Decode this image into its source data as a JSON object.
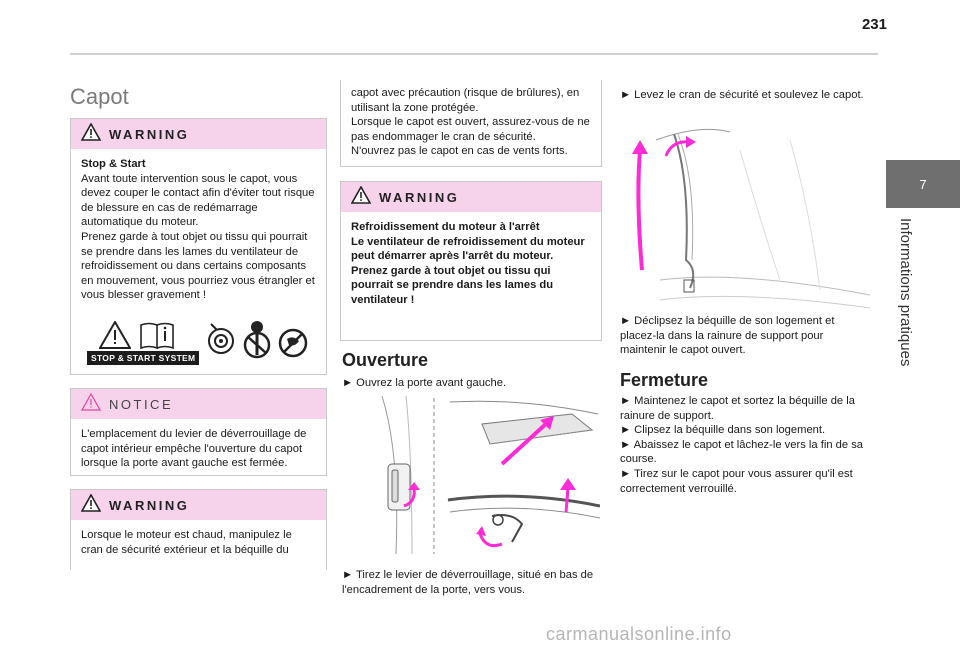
{
  "page": {
    "number": "231",
    "chapter_number": "7",
    "chapter_title": "Informations pratiques"
  },
  "left": {
    "title": "Capot",
    "warning1": {
      "label": "WARNING",
      "heading": "Stop & Start",
      "text": "Avant toute intervention sous le capot, vous devez couper le contact afin d'éviter tout risque de blessure en cas de redémarrage automatique du moteur.\nPrenez garde à tout objet ou tissu qui pourrait se prendre dans les lames du ventilateur de refroidissement ou dans certains composants en mouvement, vous pourriez vous étrangler et vous blesser gravement !",
      "banner": "STOP & START SYSTEM"
    },
    "notice": {
      "label": "NOTICE",
      "text": "L'emplacement du levier de déverrouillage de capot intérieur empêche l'ouverture du capot lorsque la porte avant gauche est fermée."
    },
    "warning2": {
      "label": "WARNING",
      "text": "Lorsque le moteur est chaud, manipulez le cran de sécurité extérieur et la béquille du"
    }
  },
  "middle": {
    "continuation": "capot avec précaution (risque de brûlures), en utilisant la zone protégée.\nLorsque le capot est ouvert, assurez-vous de ne pas endommager le cran de sécurité.\nN'ouvrez pas le capot en cas de vents forts.",
    "warning3": {
      "label": "WARNING",
      "text": "Refroidissement du moteur à l'arrêt\nLe ventilateur de refroidissement du moteur peut démarrer après l'arrêt du moteur.\nPrenez garde à tout objet ou tissu qui pourrait se prendre dans les lames du ventilateur !"
    },
    "section": "Ouverture",
    "step1": "► Ouvrez la porte avant gauche.",
    "step2": "► Tirez le levier de déverrouillage, situé en bas de l'encadrement de la porte, vers vous."
  },
  "right": {
    "step3": "► Levez le cran de sécurité et soulevez le capot.",
    "step4": "► Déclipsez la béquille de son logement et placez-la dans la rainure de support pour maintenir le capot ouvert.",
    "section": "Fermeture",
    "steps": "► Maintenez le capot et sortez la béquille de la rainure de support.\n► Clipsez la béquille dans son logement.\n► Abaissez le capot et lâchez-le vers la fin de sa course.\n► Tirez sur le capot pour vous assurer qu'il est correctement verrouillé."
  },
  "watermark": "carmanualsonline.info",
  "colors": {
    "accent_pink": "#f6d3ea",
    "arrow_magenta": "#ff2bd6",
    "tab_gray": "#6f6f6f"
  },
  "icons": [
    "warning-triangle-icon",
    "notice-triangle-icon",
    "manual-book-icon",
    "fan-no-scarf-icon"
  ]
}
